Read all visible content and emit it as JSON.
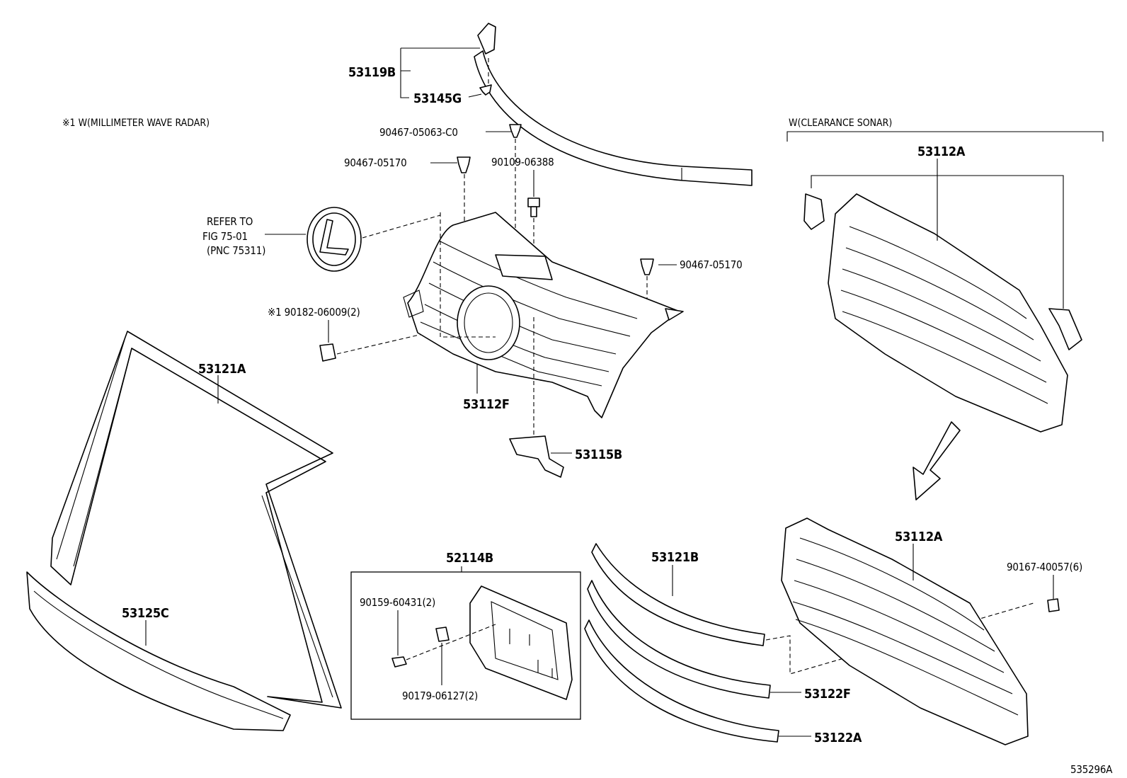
{
  "notes": {
    "radar_note": "※1 W(MILLIMETER WAVE RADAR)",
    "sonar_note": "W(CLEARANCE SONAR)",
    "refer_line1": "REFER TO",
    "refer_line2": "FIG 75-01",
    "refer_line3": "(PNC 75311)"
  },
  "labels": {
    "p53119B": "53119B",
    "p53145G": "53145G",
    "p90467_05063": "90467-05063-C0",
    "p90467_05170_a": "90467-05170",
    "p90109_06388": "90109-06388",
    "p90467_05170_b": "90467-05170",
    "p90182_06009": "※1 90182-06009(2)",
    "p53121A": "53121A",
    "p53112F": "53112F",
    "p53115B": "53115B",
    "p53112A_top": "53112A",
    "p53112A_bottom": "53112A",
    "p90167_40057": "90167-40057(6)",
    "p52114B": "52114B",
    "p90159_60431": "90159-60431(2)",
    "p90179_06127": "90179-06127(2)",
    "p53125C": "53125C",
    "p53121B": "53121B",
    "p53122F": "53122F",
    "p53122A": "53122A"
  },
  "illustration_id": "535296A",
  "icons": {
    "direction_arrow": "down-left-arrow-icon",
    "emblem": "lexus-emblem-icon"
  }
}
